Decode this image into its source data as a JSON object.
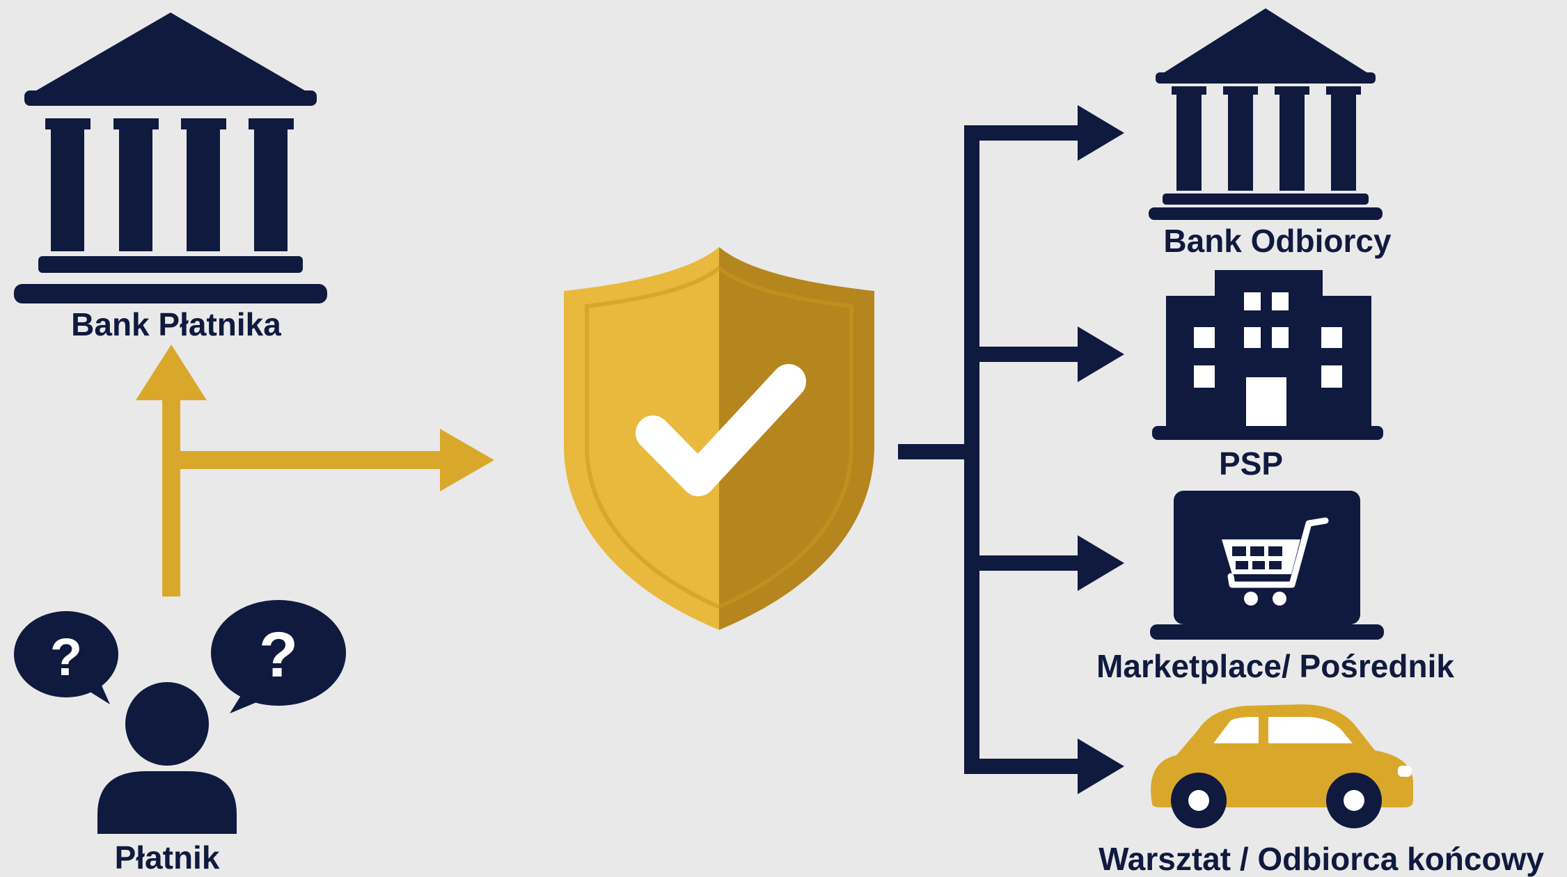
{
  "colors": {
    "navy": "#101a3f",
    "gold": "#d9a82b",
    "gold_light": "#e8b93c",
    "gold_dark": "#b5851e",
    "background": "#e9e9e9"
  },
  "nodes": {
    "payer_bank": {
      "label": "Bank Płatnika",
      "icon": "bank-icon"
    },
    "payer": {
      "label": "Płatnik",
      "icon": "person-with-questions-icon"
    },
    "center": {
      "icon": "shield-check-icon"
    },
    "recipient_bank": {
      "label": "Bank Odbiorcy",
      "icon": "bank-icon"
    },
    "psp": {
      "label": "PSP",
      "icon": "office-building-icon"
    },
    "marketplace": {
      "label": "Marketplace/ Pośrednik",
      "icon": "laptop-cart-icon"
    },
    "workshop": {
      "label": "Warsztat / Odbiorca końcowy",
      "icon": "car-icon"
    }
  }
}
